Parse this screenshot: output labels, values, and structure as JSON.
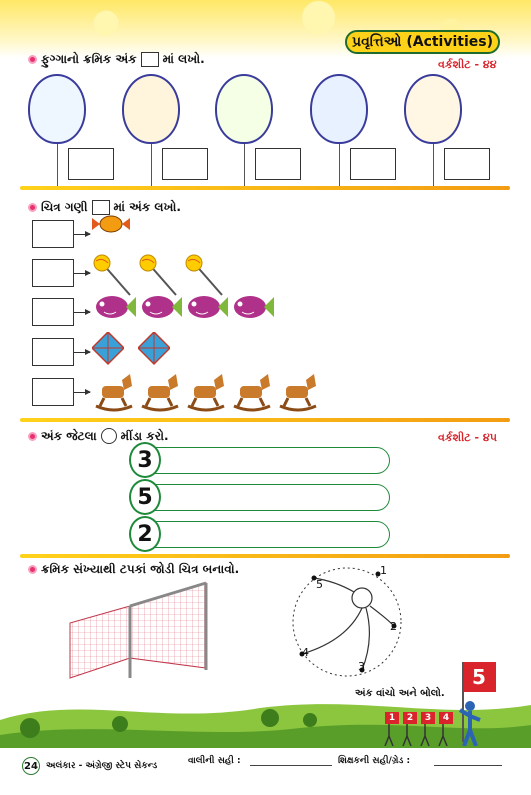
{
  "header": {
    "activities_label": "પ્રવૃત્તિઓ (Activities)",
    "worksheet_44": "વર્કશીટ - ૪૪",
    "worksheet_45": "વર્કશીટ - ૪૫"
  },
  "section1": {
    "title_before": "ફુગ્ગાનો ક્રમિક અંક",
    "title_after": "માં લખો.",
    "balloon_colors": [
      "#eef6ff",
      "#fff4dc",
      "#f4ffe6",
      "#e8f1ff",
      "#fff7e4"
    ]
  },
  "section2": {
    "title_before": "ચિત્ર ગણી",
    "title_after": "માં અંક લખો.",
    "rows": [
      {
        "item": "candy-icon",
        "count": 1
      },
      {
        "item": "lollipop-icon",
        "count": 3
      },
      {
        "item": "fish-icon",
        "count": 4
      },
      {
        "item": "kite-icon",
        "count": 2
      },
      {
        "item": "rocking-horse-icon",
        "count": 5
      }
    ]
  },
  "section3": {
    "title_before": "અંક જેટલા",
    "title_after": "મીંડા કરો.",
    "numbers": [
      "3",
      "5",
      "2"
    ]
  },
  "section4": {
    "title": "ક્રમિક સંખ્યાથી ટપકાં જોડી ચિત્ર બનાવો.",
    "dot_labels": [
      "1",
      "2",
      "3",
      "4",
      "5"
    ],
    "read_and_say": "અંક વાંચો અને બોલો.",
    "flag_number": "5",
    "kid_numbers": [
      "1",
      "2",
      "3",
      "4"
    ]
  },
  "footer": {
    "page_number": "24",
    "book_title": "અલંકાર - અંગ્રેજી સ્ટેપ સેકન્ડ",
    "parent_sign": "વાલીની સહી :",
    "teacher_sign": "શિક્ષકની સહી/ગ્રેડ :"
  },
  "colors": {
    "accent_yellow": "#ffd21a",
    "accent_green": "#1e8a3a",
    "bullet_pink": "#e8306f",
    "worksheet_red": "#d8242a"
  }
}
